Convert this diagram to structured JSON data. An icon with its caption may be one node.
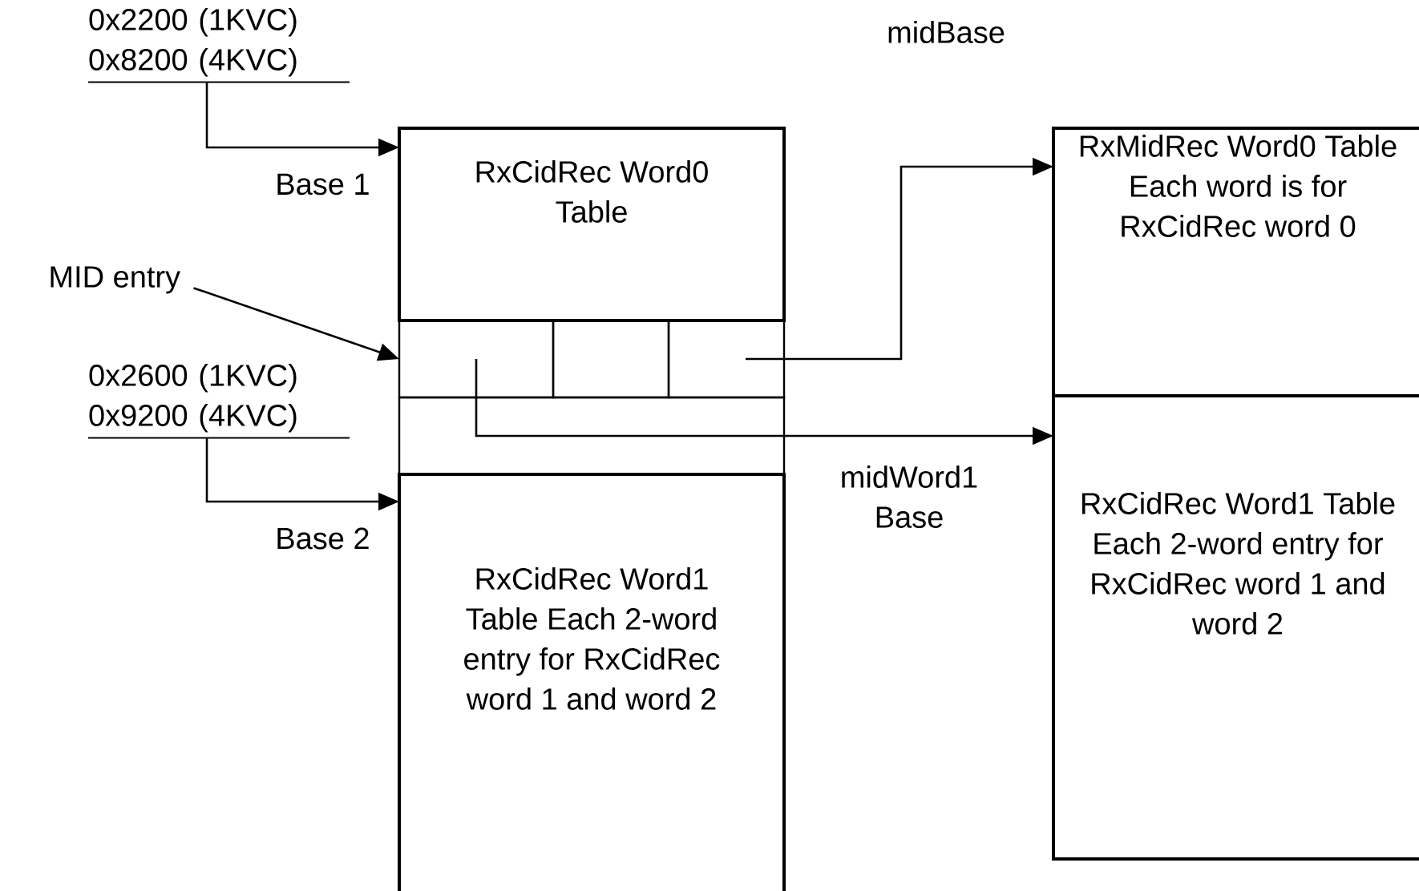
{
  "diagram": {
    "nodes": [
      {
        "text": [
          "0x2200 (1KVC)",
          "0x8200 (4KVC)"
        ]
      },
      {
        "text": [
          "RxCidRec Word0 Table"
        ]
      },
      {
        "text": [
          "MID entry"
        ]
      },
      {
        "text": [],
        "shape": "box"
      },
      {
        "text": [],
        "shape": "box"
      },
      {
        "text": [],
        "shape": "box"
      },
      {
        "text": [
          "0x2600 (1KVC)",
          "0x9200 (4KVC)"
        ]
      },
      {
        "text": [
          "RxCidRec Word1 Table Each 2-word entry for RxCidRec word 1 and word 2"
        ]
      },
      {
        "text": [
          "RxMidRec Word0 Table Each word is for RxCidRec word 0"
        ]
      },
      {
        "text": [
          "RxCidRec Word1 Table Each 2-word entry for RxCidRec word 1 and word 2"
        ]
      }
    ],
    "edges": [
      {
        "from": 0,
        "to": 1,
        "arrow": "to",
        "label": "Base 1"
      },
      {
        "from": 2,
        "to": 3,
        "arrow": "to"
      },
      {
        "from": 5,
        "to": 8,
        "arrow": "to",
        "label": "midBase"
      },
      {
        "from": 3,
        "to": 9,
        "arrow": "to",
        "label": "midWord1 Base"
      },
      {
        "from": 6,
        "to": 7,
        "arrow": "to",
        "label": "Base 2"
      }
    ]
  }
}
